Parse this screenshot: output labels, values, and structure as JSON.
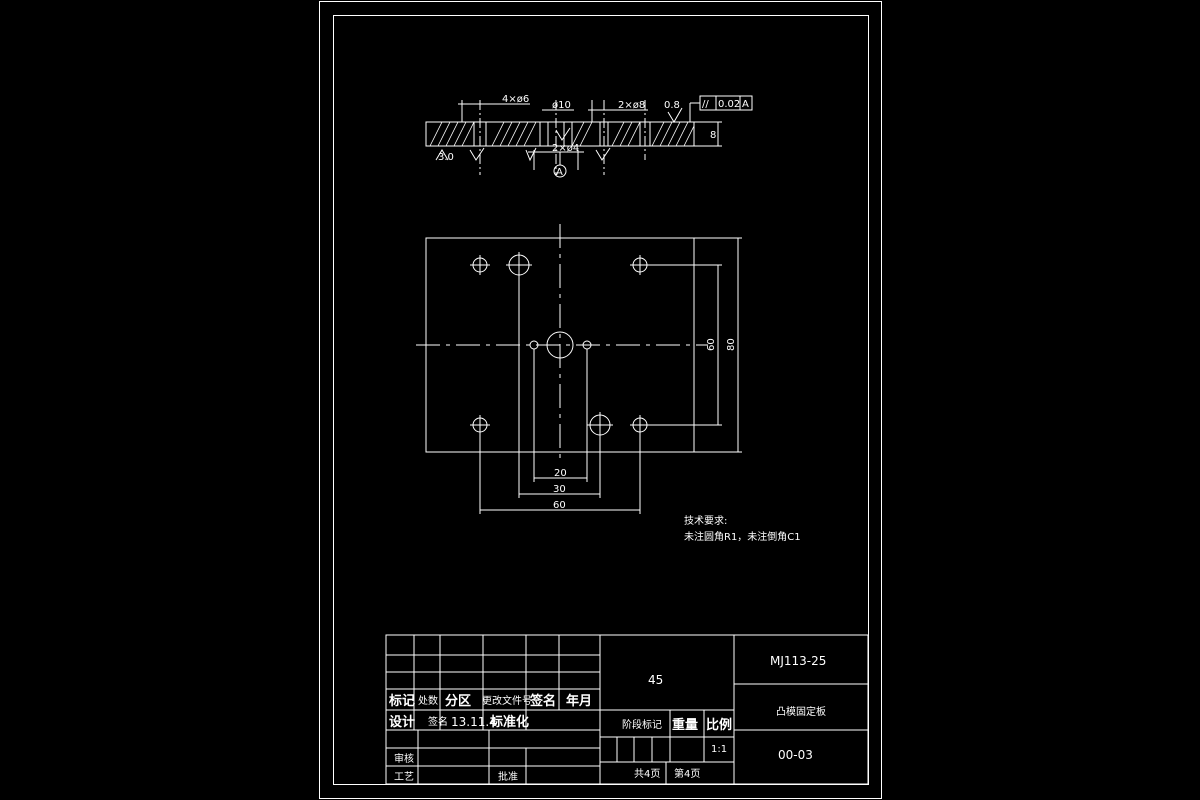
{
  "part_view": {
    "dim_holes_6": "4×ø6",
    "dim_hole_10": "ø10",
    "dim_holes_8": "2×ø8",
    "dim_holes_4": "2×ø4",
    "roughness": "0.8",
    "roughness_side": "3.0",
    "tolerance_symbol": "//",
    "tolerance_value": "0.02",
    "datum": "A",
    "thickness": "8"
  },
  "plan_view": {
    "dim_20": "20",
    "dim_30": "30",
    "dim_60_bottom": "60",
    "dim_60_vertical": "60",
    "dim_80": "80"
  },
  "notes": {
    "title": "技术要求:",
    "line1": "未注圆角R1，未注倒角C1"
  },
  "title_block": {
    "h_mark": "标记",
    "h_count": "处数",
    "h_zone": "分区",
    "h_change": "更改文件号",
    "h_sign": "签名",
    "h_date": "年月",
    "design": "设计",
    "design_sign": "签名",
    "design_date": "13.11.4",
    "standardize": "标准化",
    "review": "审核",
    "process": "工艺",
    "approve": "批准",
    "material": "45",
    "stage_mark": "阶段标记",
    "weight": "重量",
    "scale_label": "比例",
    "scale": "1:1",
    "total_sheets": "共4页",
    "sheet_no": "第4页",
    "drawing_code": "MJ113-25",
    "part_name": "凸模固定板",
    "drawing_no": "00-03"
  }
}
